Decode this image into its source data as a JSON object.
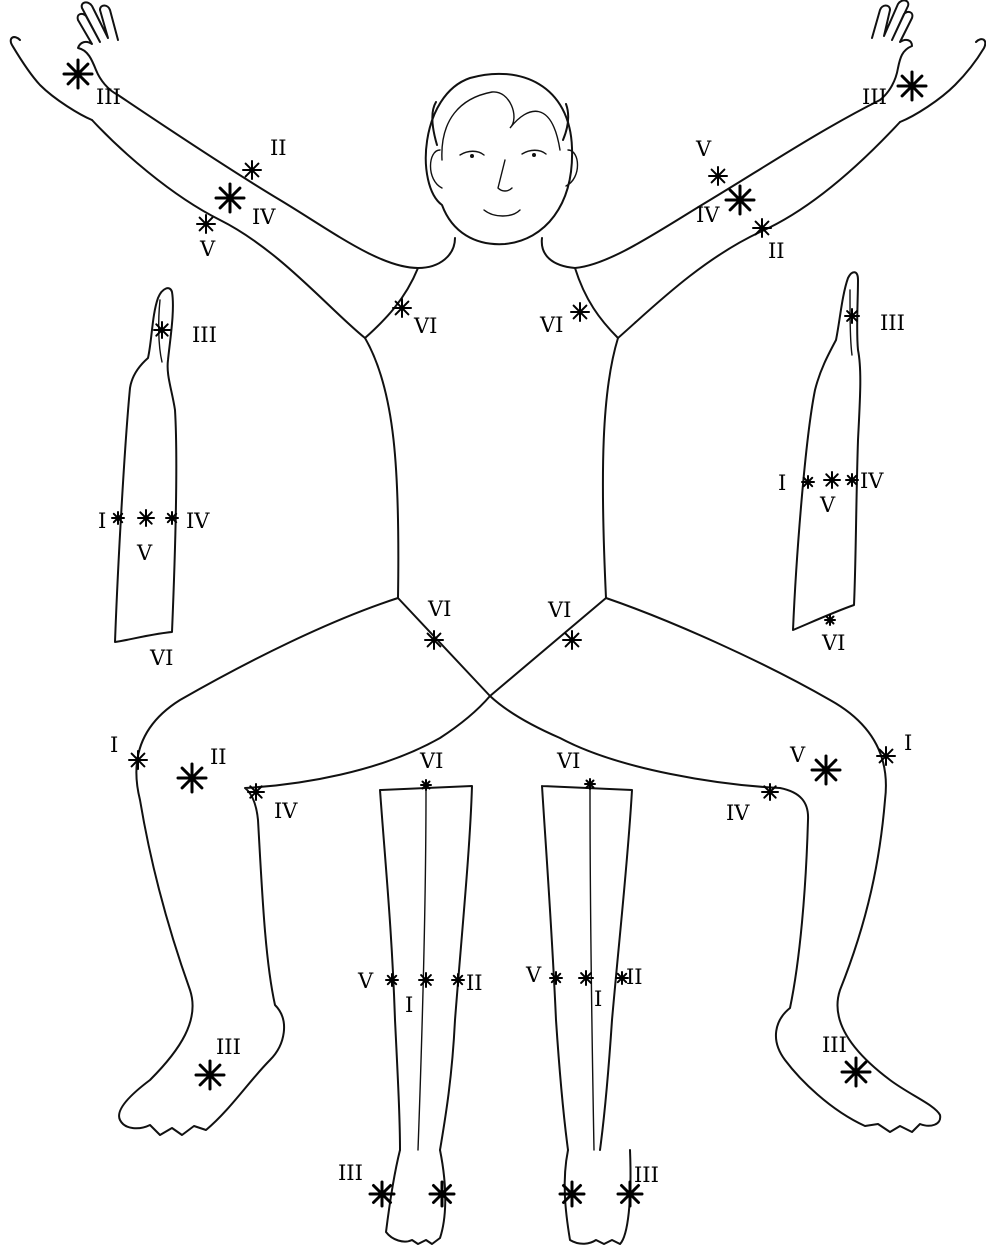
{
  "diagram": {
    "ink_color": "#000000",
    "background": "#ffffff",
    "marker_icon": "star-burst",
    "labels": {
      "hand_left": "III",
      "upper_arm_left_top": "II",
      "upper_arm_left_mid": "IV",
      "upper_arm_left_bottom": "V",
      "hand_right": "III",
      "upper_arm_right_top": "V",
      "upper_arm_right_mid": "IV",
      "upper_arm_right_bottom": "II",
      "shoulder_left": "VI",
      "shoulder_right": "VI",
      "forearm_left_finger": "III",
      "forearm_left_i": "I",
      "forearm_left_iv": "IV",
      "forearm_left_v": "V",
      "forearm_left_vi": "VI",
      "forearm_right_finger": "III",
      "forearm_right_i": "I",
      "forearm_right_iv": "IV",
      "forearm_right_v": "V",
      "forearm_right_vi": "VI",
      "groin_left": "VI",
      "groin_right": "VI",
      "knee_left_i": "I",
      "thigh_left_ii": "II",
      "knee_left_iv": "IV",
      "knee_right_v": "V",
      "knee_right_i": "I",
      "knee_right_iv": "IV",
      "foot_left": "III",
      "foot_right": "III",
      "shin_left_top": "VI",
      "shin_left_v": "V",
      "shin_left_ii": "II",
      "shin_left_i": "I",
      "ankle_left": "III",
      "shin_right_top": "VI",
      "shin_right_v": "V",
      "shin_right_ii": "II",
      "shin_right_i": "I",
      "ankle_right": "III"
    }
  }
}
